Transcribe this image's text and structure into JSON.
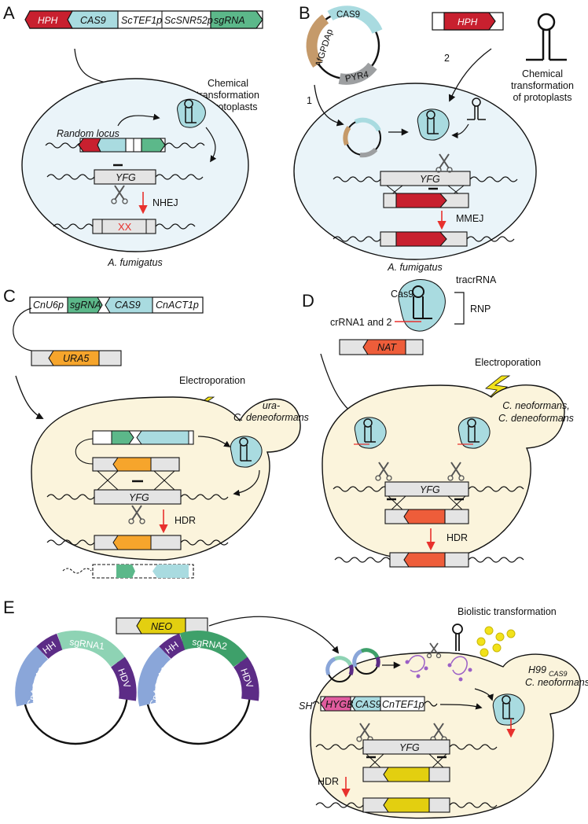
{
  "colors": {
    "hph": "#c8202f",
    "cas9": "#a9dbe0",
    "sgrna": "#5cb88a",
    "gene_box": "#e4e4e4",
    "cell_blue": "#eaf4f9",
    "cell_yellow": "#fbf4dc",
    "ura5": "#f6a52c",
    "nat": "#ee5d3a",
    "neo": "#e3cf10",
    "hygb": "#e05c9e",
    "afgpda": "#c59a6a",
    "pyr4": "#9d9fa1",
    "cnact1p": "#8aa6d9",
    "hdv": "#5c2c86",
    "sgrna1_arc": "#8ed3b4",
    "sgrna2_arc": "#3ea06a",
    "red_arrow": "#e8312d",
    "bolt": "#f2e21a",
    "purple_rna": "#9b5fc6"
  },
  "panels": {
    "A": {
      "letter": "A",
      "cassette": [
        "HPH",
        "CAS9",
        "ScTEF1p",
        "ScSNR52p",
        "sgRNA"
      ],
      "method_line1": "Chemical",
      "method_line2": "transformation",
      "method_line3": "of protoplasts",
      "random_locus": "Random locus",
      "gene": "YFG",
      "repair": "NHEJ",
      "mutation": "XX",
      "organism": "A. fumigatus"
    },
    "B": {
      "letter": "B",
      "plasmid_parts": [
        "CAS9",
        "AfGPDAp",
        "PYR4"
      ],
      "marker": "HPH",
      "method_line1": "Chemical",
      "method_line2": "transformation",
      "method_line3": "of protoplasts",
      "step1": "1",
      "step2": "2",
      "gene": "YFG",
      "repair": "MMEJ",
      "organism": "A. fumigatus"
    },
    "C": {
      "letter": "C",
      "construct": [
        "CnU6p",
        "sgRNA",
        "CAS9",
        "CnACT1p"
      ],
      "marker": "URA5",
      "method": "Electroporation",
      "strain_line1": "ura-",
      "strain_line2": "C. deneoformans",
      "gene": "YFG",
      "repair": "HDR"
    },
    "D": {
      "letter": "D",
      "cas9": "Cas9",
      "tracrrna": "tracrRNA",
      "rnp": "RNP",
      "crrna": "crRNA1 and 2",
      "marker": "NAT",
      "method": "Electroporation",
      "strain_line1": "C. neoformans,",
      "strain_line2": "C. deneoformans",
      "gene": "YFG",
      "repair": "HDR"
    },
    "E": {
      "letter": "E",
      "marker": "NEO",
      "plasmid1": [
        "CnACT1p",
        "HH",
        "sgRNA1",
        "HDV"
      ],
      "plasmid2": [
        "CnACT1p",
        "HH",
        "sgRNA2",
        "HDV"
      ],
      "method": "Biolistic transformation",
      "strain_main": "H99",
      "strain_sub": "CAS9",
      "strain_line2": "C. neoformans",
      "sh": "SH",
      "construct": [
        "HYGB",
        "CAS9",
        "CnTEF1p"
      ],
      "gene": "YFG",
      "repair": "HDR"
    }
  }
}
